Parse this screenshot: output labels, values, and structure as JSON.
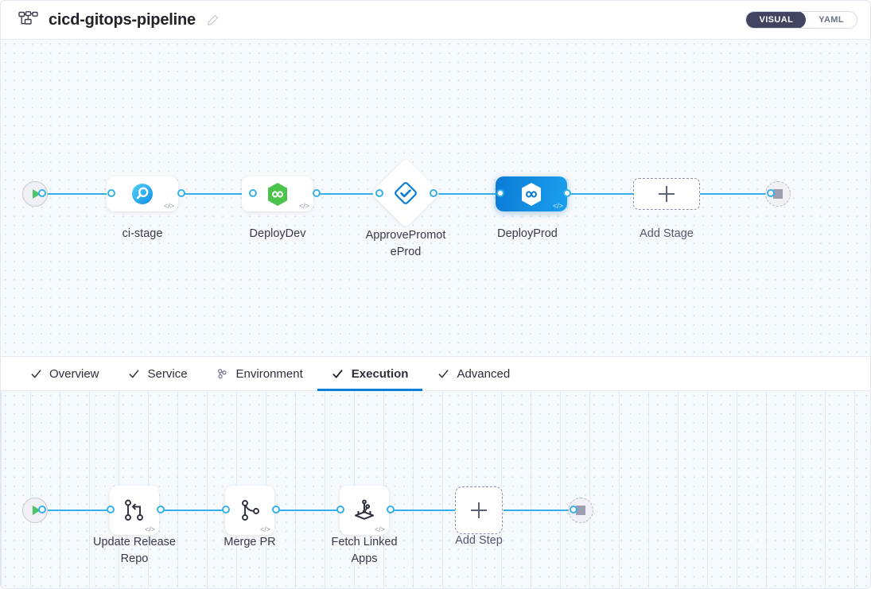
{
  "header": {
    "icon": "pipeline-icon",
    "title": "cicd-gitops-pipeline",
    "edit_icon": "pencil-icon",
    "view_toggle": {
      "options": [
        "VISUAL",
        "YAML"
      ],
      "selected": "VISUAL"
    }
  },
  "stage_canvas": {
    "start_node": {
      "icon": "play-icon",
      "label": ""
    },
    "end_node": {
      "icon": "stop-icon",
      "label": ""
    },
    "stages": [
      {
        "label": "ci-stage",
        "icon": "ci-build-icon",
        "type": "card",
        "selected": false,
        "code": "</>"
      },
      {
        "label": "DeployDev",
        "icon": "gitops-hexagon-icon",
        "type": "card",
        "selected": false,
        "code": "</>"
      },
      {
        "label": "ApprovePromotePro d",
        "name": "ApprovePromoteProd",
        "type": "diamond",
        "icon": "approval-diamond-icon",
        "selected": false,
        "line1": "ApprovePromot",
        "line2": "eProd"
      },
      {
        "label": "DeployProd",
        "icon": "gitops-hexagon-icon",
        "type": "card",
        "selected": true,
        "code": "</>"
      }
    ],
    "add_stage": {
      "label": "Add Stage",
      "icon": "plus-icon"
    }
  },
  "tabs": [
    {
      "label": "Overview",
      "icon": "check-icon",
      "active": false
    },
    {
      "label": "Service",
      "icon": "check-icon",
      "active": false
    },
    {
      "label": "Environment",
      "icon": "environment-icon",
      "active": false
    },
    {
      "label": "Execution",
      "icon": "check-icon",
      "active": true
    },
    {
      "label": "Advanced",
      "icon": "check-icon",
      "active": false
    }
  ],
  "step_canvas": {
    "start_node": {
      "icon": "play-icon"
    },
    "end_node": {
      "icon": "stop-icon"
    },
    "steps": [
      {
        "label": "Update Release Repo",
        "line1": "Update Release",
        "line2": "Repo",
        "icon": "git-branch-icon",
        "code": "</>"
      },
      {
        "label": "Merge PR",
        "line1": "Merge PR",
        "line2": "",
        "icon": "git-pull-request-icon",
        "code": "</>"
      },
      {
        "label": "Fetch Linked Apps",
        "line1": "Fetch Linked",
        "line2": "Apps",
        "icon": "harness-box-icon",
        "code": "</>"
      }
    ],
    "add_step": {
      "label": "Add Step",
      "icon": "plus-icon"
    }
  },
  "colors": {
    "accent_blue": "#0a7fd9",
    "edge_blue": "#36b1e8",
    "selected_stage": "#0c7bd6",
    "gitops_green": "#4cc44c",
    "start_green": "#4dc36a",
    "toggle_active_bg": "#414361",
    "canvas_bg": "#f7fafd"
  }
}
